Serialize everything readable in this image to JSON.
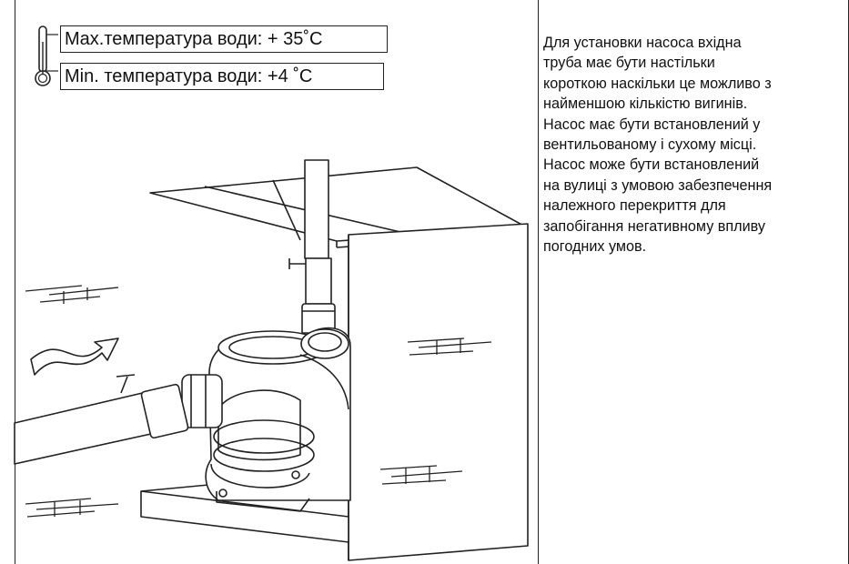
{
  "temperature": {
    "max_label": "Max.температура води: + 35˚C",
    "min_label": "Min. температура води: +4 ˚C",
    "icon": "thermometer-icon"
  },
  "description": {
    "lines": [
      "Для установки насоса вхідна",
      "труба має бути настільки",
      "короткою наскільки це можливо з",
      "найменшою кількістю вигинів.",
      "Насос має бути встановлений у",
      "вентильованому і сухому місці.",
      "Насос може бути встановлений",
      "на вулиці з умовою забезпечення",
      "належного перекриття для",
      "запобігання негативному впливу",
      "погодних умов."
    ]
  },
  "illustration": {
    "subject": "pump-installation-illustration"
  }
}
